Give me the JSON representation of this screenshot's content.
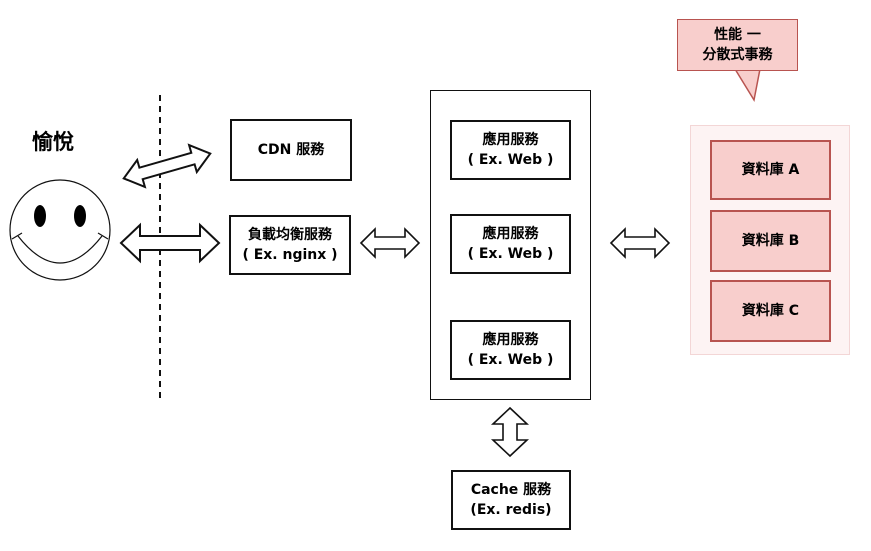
{
  "user": {
    "label": "愉悅",
    "icon": "smiley-face-icon"
  },
  "services": {
    "cdn": {
      "label": "CDN 服務"
    },
    "load_balancer": {
      "line1": "負載均衡服務",
      "line2": "( Ex. nginx )"
    },
    "app_servers": [
      {
        "line1": "應用服務",
        "line2": "( Ex. Web )"
      },
      {
        "line1": "應用服務",
        "line2": "( Ex. Web )"
      },
      {
        "line1": "應用服務",
        "line2": "( Ex. Web )"
      }
    ],
    "cache": {
      "line1": "Cache 服務",
      "line2": "(Ex. redis)"
    },
    "databases": [
      {
        "label": "資料庫 A"
      },
      {
        "label": "資料庫 B"
      },
      {
        "label": "資料庫 C"
      }
    ]
  },
  "callout": {
    "line1": "性能 一",
    "line2": "分散式事務"
  },
  "colors": {
    "db_fill": "#f8cecc",
    "db_stroke": "#b85450",
    "db_group_fill": "#fdf3f3"
  }
}
